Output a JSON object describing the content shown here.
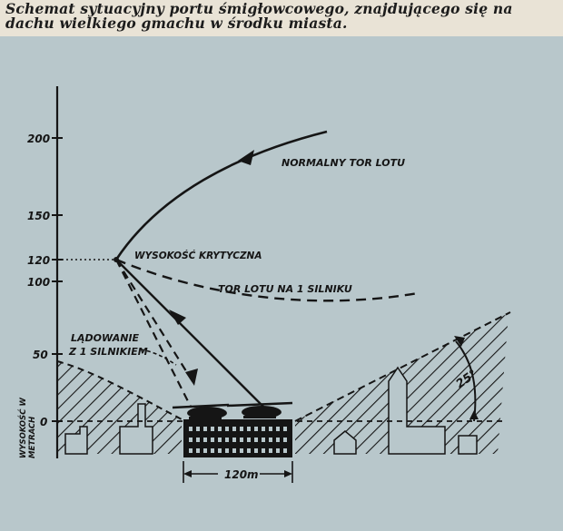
{
  "caption": {
    "line1": "Schemat sytuacyjny portu śmigłowcowego, znajdującego się na",
    "line2": "dachu wielkiego gmachu w środku miasta."
  },
  "y_axis": {
    "label_line1": "WYSOKOŚĆ W",
    "label_line2": "METRACH",
    "ticks": [
      "200",
      "150",
      "120",
      "100",
      "50",
      "0"
    ]
  },
  "labels": {
    "normal_path": "NORMALNY TOR LOTU",
    "critical_height": "WYSOKOŚĆ KRYTYCZNA",
    "one_engine_path": "TOR LOTU NA 1 SILNIKU",
    "landing_line1": "LĄDOWANIE",
    "landing_line2": "Z 1 SILNIKIEM",
    "angle": "25°",
    "building_width": "120m"
  },
  "colors": {
    "panel": "#b8c7cb",
    "ink": "#151515",
    "paper": "#e9e3d6"
  }
}
